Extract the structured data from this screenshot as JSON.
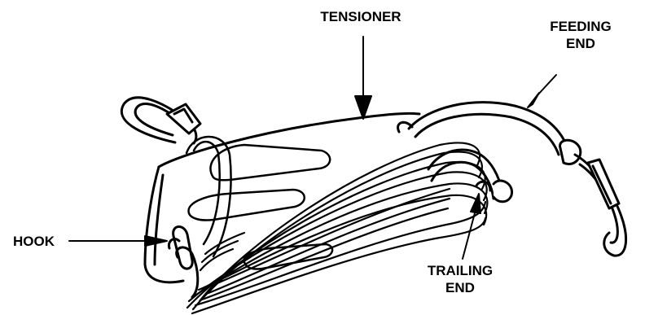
{
  "labels": {
    "tensioner": "TENSIONER",
    "feeding_end": [
      "FEEDING",
      "END"
    ],
    "hook": "HOOK",
    "trailing_end": [
      "TRAILING",
      "END"
    ]
  },
  "colors": {
    "ink": "#000000",
    "paper": "#ffffff"
  }
}
